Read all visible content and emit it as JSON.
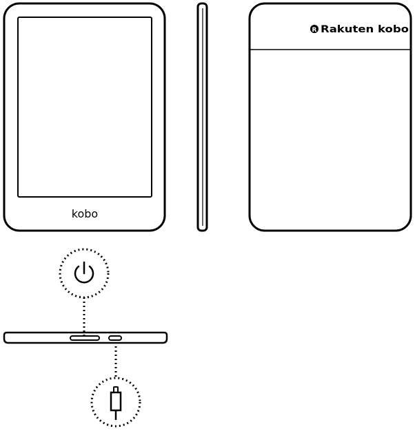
{
  "front_view": {
    "logo_text": "kobo"
  },
  "back_view": {
    "brand_mark": "R",
    "brand_name": "Rakuten kobo"
  },
  "icons": {
    "power": "power-icon",
    "usb_c": "usb-c-connector-icon"
  },
  "colors": {
    "line": "#000000",
    "background": "#ffffff"
  }
}
